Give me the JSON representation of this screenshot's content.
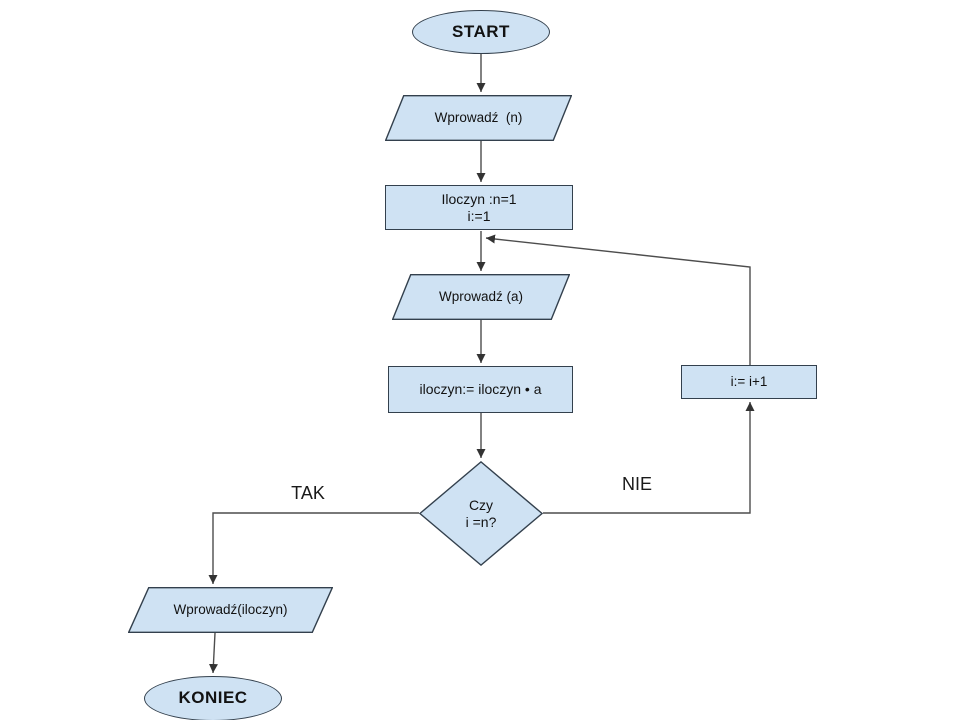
{
  "diagram": {
    "type": "flowchart",
    "colors": {
      "shape_fill": "#cfe2f3",
      "shape_border": "#33404d",
      "connector": "#4d4d4d",
      "text": "#121212"
    },
    "nodes": {
      "start": {
        "type": "terminator",
        "label": "START"
      },
      "input_n": {
        "type": "io",
        "label": "Wprowadź  (n)"
      },
      "init": {
        "type": "process",
        "line1": "Iloczyn :n=1",
        "line2": "i:=1"
      },
      "input_a": {
        "type": "io",
        "label": "Wprowadź (a)"
      },
      "multiply": {
        "type": "process",
        "label": "iloczyn:= iloczyn • a"
      },
      "decision": {
        "type": "decision",
        "line1": "Czy",
        "line2": "i =n?"
      },
      "increment": {
        "type": "process",
        "label": "i:= i+1"
      },
      "output": {
        "type": "io",
        "label": "Wprowadź(iloczyn)"
      },
      "end": {
        "type": "terminator",
        "label": "KONIEC"
      }
    },
    "edge_labels": {
      "yes": "TAK",
      "no": "NIE"
    }
  }
}
